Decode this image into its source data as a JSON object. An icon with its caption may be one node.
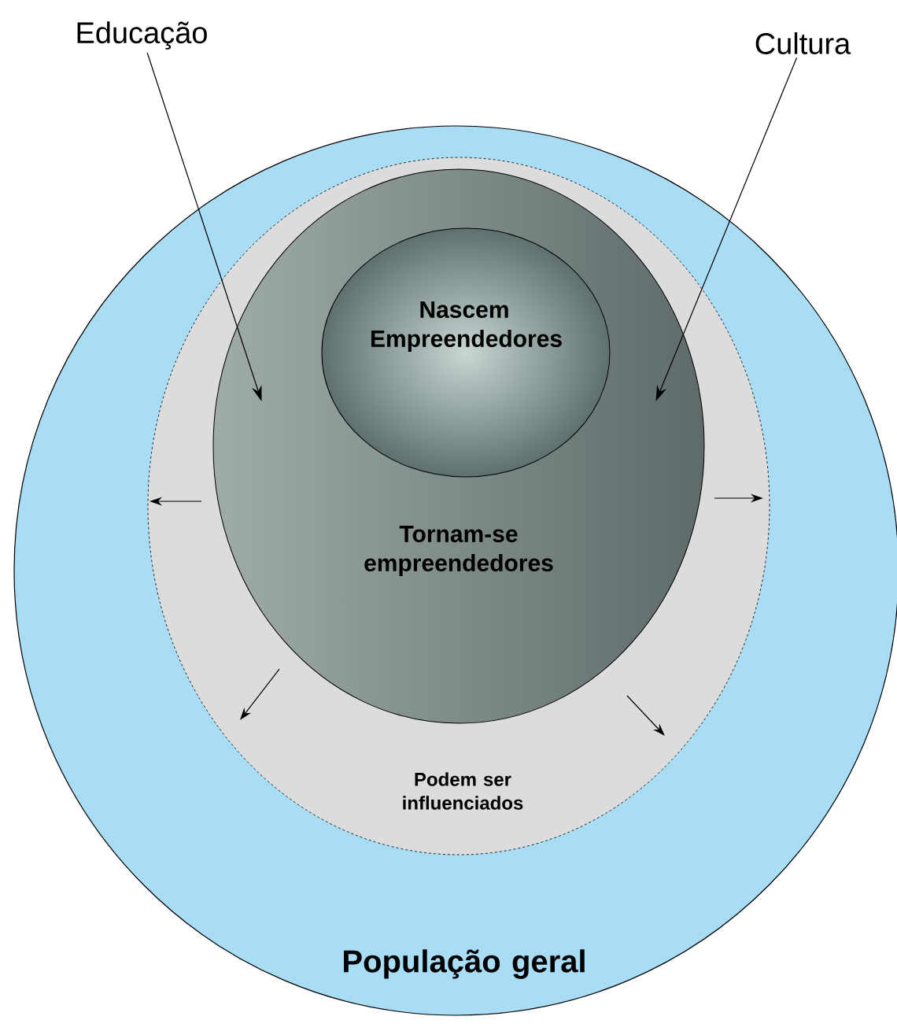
{
  "diagram": {
    "nodes": [
      {
        "text": [
          "Educação"
        ]
      },
      {
        "text": [
          "Cultura"
        ]
      },
      {
        "text": [
          "População geral"
        ]
      },
      {
        "text": [
          "Podem ser influenciados"
        ],
        "in": 2
      },
      {
        "text": [
          "Tornam-se empreendedores"
        ],
        "in": 3
      },
      {
        "text": [
          "Nascem Empreendedores"
        ],
        "in": 4
      }
    ],
    "edges": [
      {
        "from": 0,
        "to": 4,
        "arrow": "to"
      },
      {
        "from": 1,
        "to": 4,
        "arrow": "to"
      }
    ]
  }
}
